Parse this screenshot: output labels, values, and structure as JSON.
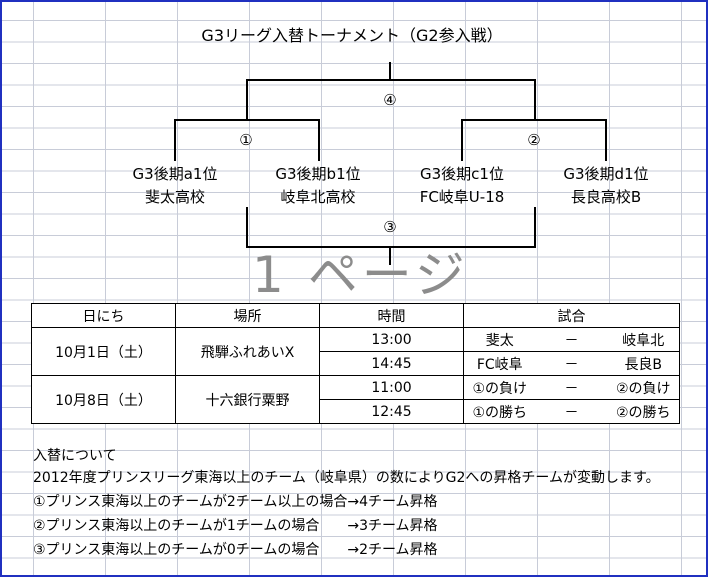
{
  "title": "G3リーグ入替トーナメント（G2参入戦）",
  "bracket": {
    "final": "④",
    "semi_left": "①",
    "semi_right": "②",
    "third": "③",
    "teams": [
      {
        "seed": "G3後期a1位",
        "name": "斐太高校"
      },
      {
        "seed": "G3後期b1位",
        "name": "岐阜北高校"
      },
      {
        "seed": "G3後期c1位",
        "name": "FC岐阜U-18"
      },
      {
        "seed": "G3後期d1位",
        "name": "長良高校B"
      }
    ]
  },
  "watermark": "1 ページ",
  "schedule": {
    "headers": [
      "日にち",
      "場所",
      "時間",
      "試合"
    ],
    "days": [
      {
        "date": "10月1日（土）",
        "venue": "飛騨ふれあいX",
        "matches": [
          {
            "time": "13:00",
            "home": "斐太",
            "sep": "－",
            "away": "岐阜北"
          },
          {
            "time": "14:45",
            "home": "FC岐阜",
            "sep": "－",
            "away": "長良B"
          }
        ]
      },
      {
        "date": "10月8日（土）",
        "venue": "十六銀行粟野",
        "matches": [
          {
            "time": "11:00",
            "home": "①の負け",
            "sep": "－",
            "away": "②の負け"
          },
          {
            "time": "12:45",
            "home": "①の勝ち",
            "sep": "－",
            "away": "②の勝ち"
          }
        ]
      }
    ]
  },
  "notes": [
    "入替について",
    "2012年度プリンスリーグ東海以上のチーム（岐阜県）の数によりG2への昇格チームが変動します。",
    "①プリンス東海以上のチームが2チーム以上の場合→4チーム昇格",
    "②プリンス東海以上のチームが1チームの場合　　→3チーム昇格",
    "③プリンス東海以上のチームが0チームの場合　　→2チーム昇格"
  ]
}
